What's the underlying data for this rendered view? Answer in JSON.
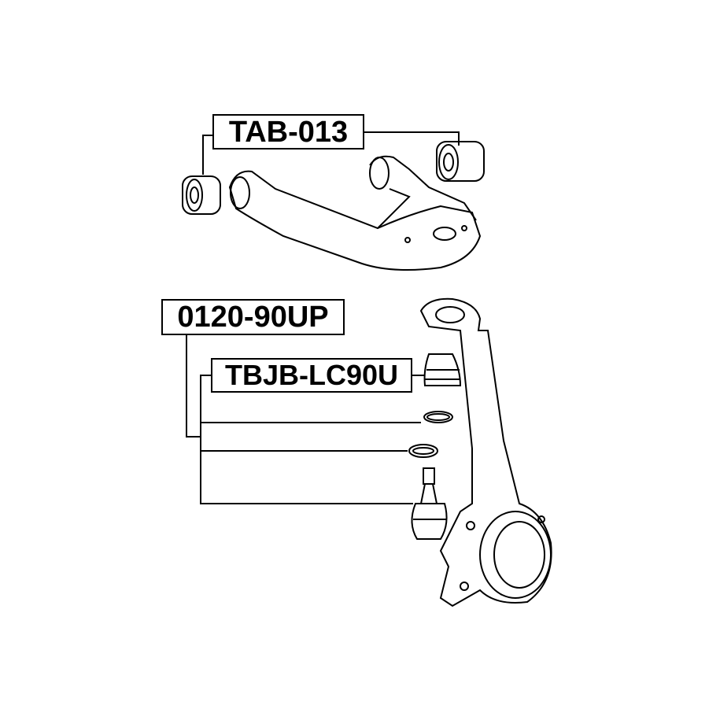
{
  "labels": {
    "upper_arm_bushing": "TAB-013",
    "ball_joint_assembly": "0120-90UP",
    "ball_joint_boot": "TBJB-LC90U"
  },
  "colors": {
    "line": "#000000",
    "background": "#ffffff"
  }
}
